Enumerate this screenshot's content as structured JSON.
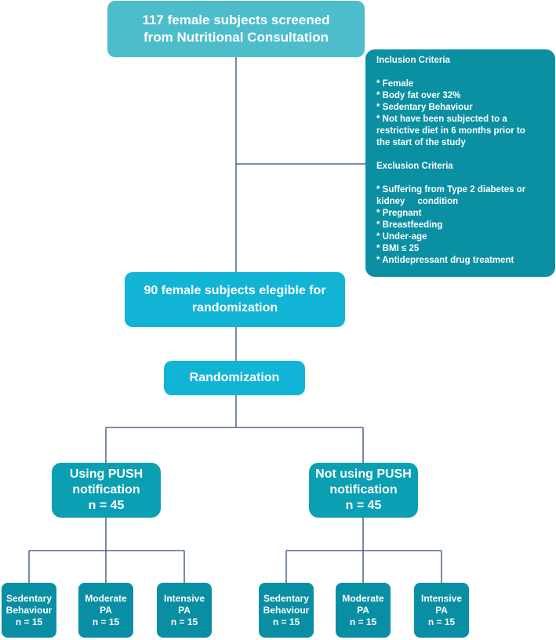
{
  "screened": {
    "line1": "117 female subjects screened",
    "line2": "from Nutritional Consultation"
  },
  "criteria": {
    "inclusion_title": "Inclusion Criteria",
    "inclusion": [
      "* Female",
      "* Body fat over 32%",
      "* Sedentary Behaviour",
      "* Not have been subjected to a",
      "restrictive diet in 6 months prior to",
      "the start of the study"
    ],
    "exclusion_title": "Exclusion Criteria",
    "exclusion": [
      "* Suffering from Type 2 diabetes or",
      "kidney     condition",
      "* Pregnant",
      "* Breastfeeding",
      "* Under-age",
      "* BMI ≤ 25",
      "* Antidepressant drug treatment"
    ]
  },
  "eligible": {
    "line1": "90 female subjects elegible for",
    "line2": "randomization"
  },
  "randomization": {
    "label": "Randomization"
  },
  "groups": [
    {
      "line1": "Using PUSH",
      "line2": "notification",
      "line3": "n = 45"
    },
    {
      "line1": "Not using PUSH",
      "line2": "notification",
      "line3": "n = 45"
    }
  ],
  "subgroups": [
    {
      "line1": "Sedentary",
      "line2": "Behaviour",
      "line3": "n = 15"
    },
    {
      "line1": "Moderate",
      "line2": "PA",
      "line3": "n = 15"
    },
    {
      "line1": "Intensive",
      "line2": "PA",
      "line3": "n = 15"
    },
    {
      "line1": "Sedentary",
      "line2": "Behaviour",
      "line3": "n = 15"
    },
    {
      "line1": "Moderate",
      "line2": "PA",
      "line3": "n = 15"
    },
    {
      "line1": "Intensive",
      "line2": "PA",
      "line3": "n = 15"
    }
  ],
  "colors": {
    "top_box": "#4dbdcc",
    "main_box": "#12b4d6",
    "group_box": "#0a9fb2",
    "subgroup_box": "#0a8ea3",
    "criteria_box": "#0b8fa3",
    "connector": "#2e4a7a"
  }
}
